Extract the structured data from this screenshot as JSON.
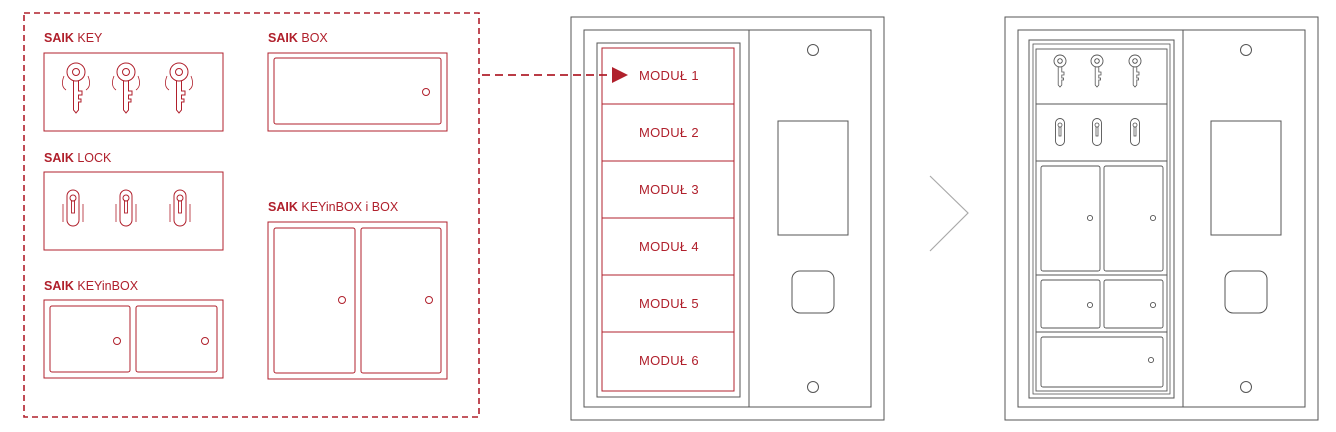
{
  "colors": {
    "accent": "#b0202c",
    "outline": "#555555",
    "panel": "#dddddd"
  },
  "palette": {
    "saik_key": {
      "brand": "SAIK",
      "name": "KEY"
    },
    "saik_box": {
      "brand": "SAIK",
      "name": "BOX"
    },
    "saik_lock": {
      "brand": "SAIK",
      "name": "LOCK"
    },
    "saik_keyinbox_i_box": {
      "brand": "SAIK",
      "name": "KEYinBOX i BOX"
    },
    "saik_keyinbox": {
      "brand": "SAIK",
      "name": "KEYinBOX"
    }
  },
  "cabinet_empty": {
    "modules": [
      "MODUŁ 1",
      "MODUŁ 2",
      "MODUŁ 3",
      "MODUŁ 4",
      "MODUŁ 5",
      "MODUŁ 6"
    ]
  },
  "icons": [
    "key-icon",
    "lock-cylinder-icon",
    "arrow-right-icon",
    "chevron-right-icon",
    "keyhole-icon"
  ]
}
